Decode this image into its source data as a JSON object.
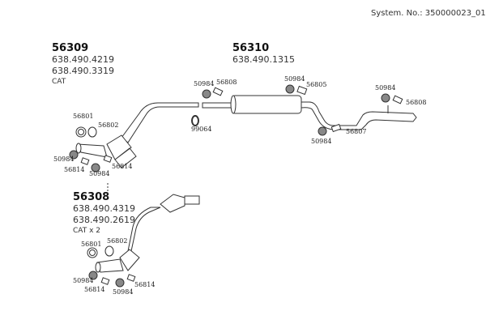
{
  "header": {
    "system_number": "System. No.: 350000023_01"
  },
  "groups": [
    {
      "id": "56309",
      "title": "56309",
      "lines": [
        "638.490.4219",
        "638.490.3319"
      ],
      "note": "CAT"
    },
    {
      "id": "56310",
      "title": "56310",
      "lines": [
        "638.490.1315"
      ],
      "note": ""
    },
    {
      "id": "56308",
      "title": "56308",
      "lines": [
        "638.490.4319",
        "638.490.2619"
      ],
      "note": "CAT x 2"
    }
  ],
  "part_labels": {
    "top_front": [
      "56801",
      "56802",
      "50984",
      "56814",
      "50984",
      "56814"
    ],
    "middle": [
      "50984",
      "56808",
      "99064",
      "50984",
      "56805"
    ],
    "rear": [
      "50984",
      "56807",
      "50984",
      "56808"
    ],
    "bottom_front": [
      "56801",
      "56802",
      "50984",
      "56814",
      "50984",
      "56814"
    ]
  }
}
